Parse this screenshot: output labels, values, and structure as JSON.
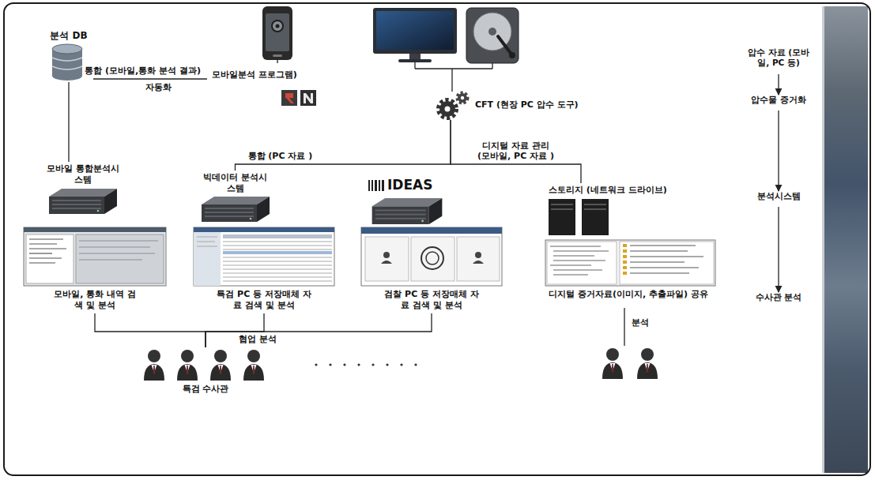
{
  "diagram": {
    "nodes": [
      {
        "text": [
          "모바일분석 프로그램)"
        ]
      },
      {
        "text": [
          "CFT (현장 PC 압수 도구)"
        ]
      },
      {
        "text": [
          "분석 DB"
        ]
      },
      {
        "text": [
          "모바일 통합분석시스템"
        ]
      },
      {
        "text": [
          "빅데이터 분석시스템"
        ]
      },
      {
        "text": [
          "IDEAS"
        ]
      },
      {
        "text": [
          "스토리지 (네트워크 드라이브)"
        ]
      },
      {
        "text": [
          "모바일, 통화 내역 검색 및 분석"
        ]
      },
      {
        "text": [
          "특검 PC 등 저장매체 자료 검색 및 분석"
        ]
      },
      {
        "text": [
          "검찰 PC 등 저장매체 자료 검색 및 분석"
        ]
      },
      {
        "text": [
          "디지털 증거자료(이미지, 추출파일) 공유"
        ]
      },
      {
        "text": [
          "특검 수사관"
        ]
      },
      {
        "text": [
          "압수 자료 (모바일, PC 등)"
        ]
      },
      {
        "text": [
          "압수물 증거화"
        ]
      },
      {
        "text": [
          "분석시스템"
        ]
      },
      {
        "text": [
          "수사관 분석"
        ]
      }
    ],
    "edges": [
      {
        "from": 0,
        "to": 2,
        "label": "통합 (모바일,통화 분석 결과)",
        "arrow": "none"
      },
      {
        "from": 2,
        "to": 3,
        "arrow": "none"
      },
      {
        "from": 1,
        "to": 4,
        "label": "통합 (PC 자료 )",
        "arrow": "none"
      },
      {
        "from": 1,
        "to": 6,
        "label": "디지털 자료 관리 (모바일, PC 자료 )",
        "arrow": "none"
      },
      {
        "from": 7,
        "to": 11,
        "arrow": "none"
      },
      {
        "from": 8,
        "to": 11,
        "arrow": "none"
      },
      {
        "from": 9,
        "to": 11,
        "arrow": "none"
      },
      {
        "from": 12,
        "to": 13,
        "arrow": "to"
      },
      {
        "from": 13,
        "to": 14,
        "arrow": "to"
      },
      {
        "from": 14,
        "to": 15,
        "arrow": "to"
      }
    ],
    "labels": [
      "자동화",
      "협업 분석",
      "분석"
    ]
  }
}
